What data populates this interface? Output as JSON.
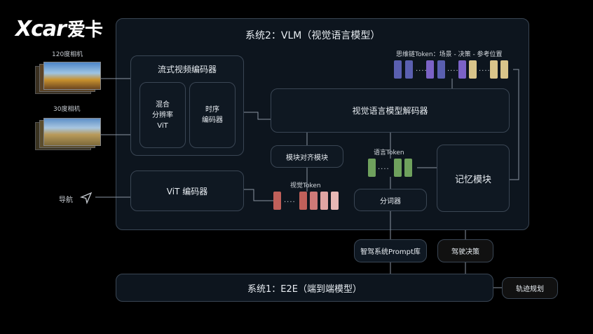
{
  "logo": {
    "text_main": "Xcar",
    "text_cn": "爱卡"
  },
  "system2": {
    "title": "系统2：VLM（视觉语言模型）"
  },
  "system1": {
    "title": "系统1：E2E（端到端模型）"
  },
  "cameras": [
    {
      "label": "120度相机"
    },
    {
      "label": "30度相机"
    }
  ],
  "navigation": {
    "label": "导航"
  },
  "stream_encoder": {
    "title": "流式视频编码器",
    "vit_block": "混合\n分辨率\nViT",
    "temporal_block": "时序\n编码器"
  },
  "vit_encoder": {
    "title": "ViT 编码器"
  },
  "vlm_decoder": {
    "title": "视觉语言模型解码器"
  },
  "cot_tokens": {
    "label": "思维链Token：场景 - 决策 - 参考位置"
  },
  "alignment": {
    "title": "模块对齐模块"
  },
  "visual_tokens": {
    "label": "视觉Token"
  },
  "language_tokens": {
    "label": "语言Token"
  },
  "tokenizer": {
    "title": "分词器"
  },
  "memory": {
    "title": "记忆模块"
  },
  "prompt_lib": {
    "title": "智驾系统Prompt库"
  },
  "driving_decision": {
    "title": "驾驶决策"
  },
  "trajectory": {
    "title": "轨迹规划"
  },
  "colors": {
    "cot": [
      "#5a5fb0",
      "#5a5fb0",
      "#7b62c6",
      "#5a5fb0",
      "#7b62c6",
      "#d8c48a",
      "#7b62c6",
      "#d8c48a",
      "#d8c48a"
    ],
    "visual": [
      "#c0605a",
      "#c0605a",
      "#cf7a78",
      "#e0a5a3",
      "#e7b8b5"
    ],
    "language": [
      "#6fa15d",
      "#6fa15d",
      "#6fa15d"
    ]
  }
}
